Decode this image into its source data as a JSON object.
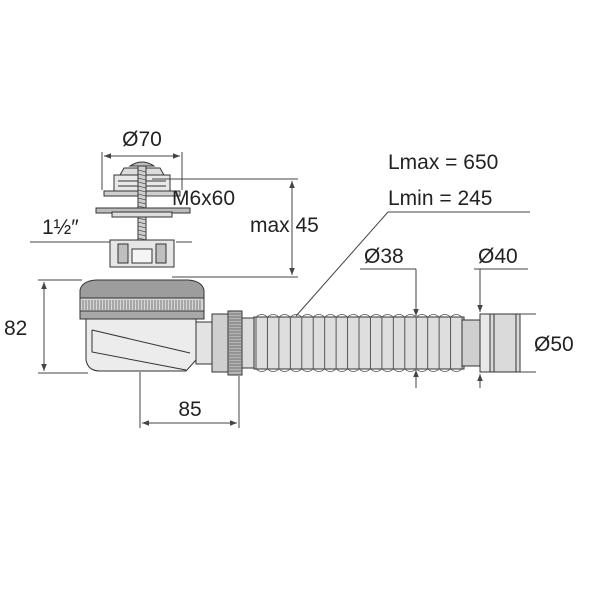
{
  "labels": {
    "d70": "Ø70",
    "m6x60": "M6x60",
    "thread": "1½″",
    "max45": "max 45",
    "lmax": "Lmax = 650",
    "lmin": "Lmin = 245",
    "d38": "Ø38",
    "d40": "Ø40",
    "d50": "Ø50",
    "h82": "82",
    "w85": "85"
  },
  "colors": {
    "line": "#333333",
    "dim_line": "#444444",
    "fill_light": "#eeeeee",
    "fill_mid": "#d6d6d6",
    "fill_dark": "#9a9a9a",
    "text": "#222222"
  },
  "hose": {
    "corrugations": 18
  }
}
